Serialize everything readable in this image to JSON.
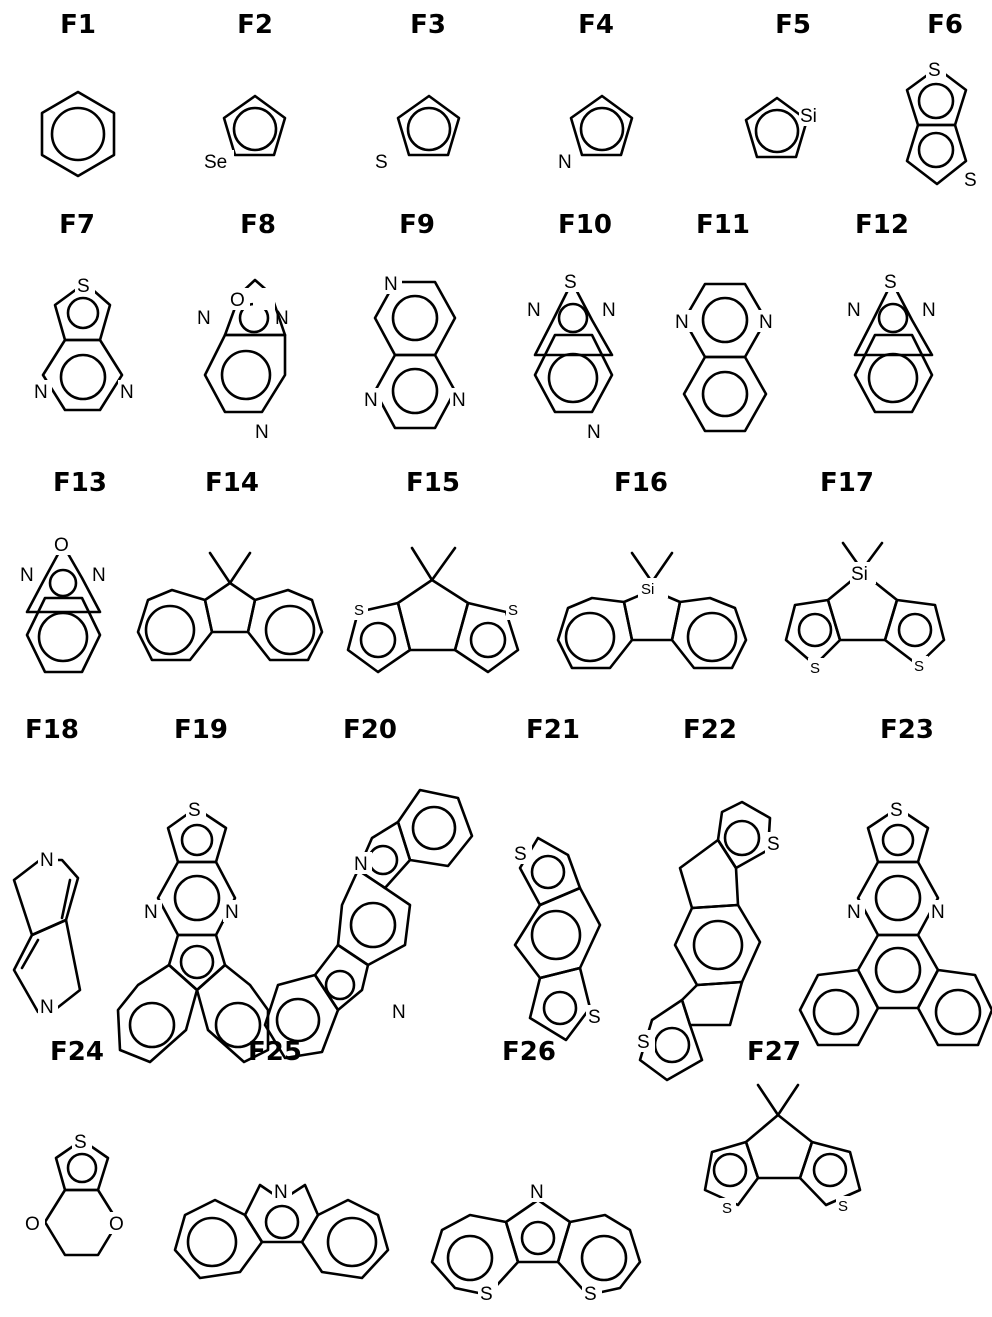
{
  "labels": [
    "F1",
    "F2",
    "F3",
    "F4",
    "F5",
    "F6",
    "F7",
    "F8",
    "F9",
    "F10",
    "F11",
    "F12",
    "F13",
    "F14",
    "F15",
    "F16",
    "F17",
    "F18",
    "F19",
    "F20",
    "F21",
    "F22",
    "F23",
    "F24",
    "F25",
    "F26",
    "F27"
  ],
  "atoms": {
    "se": "Se",
    "s": "S",
    "n": "N",
    "o": "O",
    "si": "Si"
  }
}
